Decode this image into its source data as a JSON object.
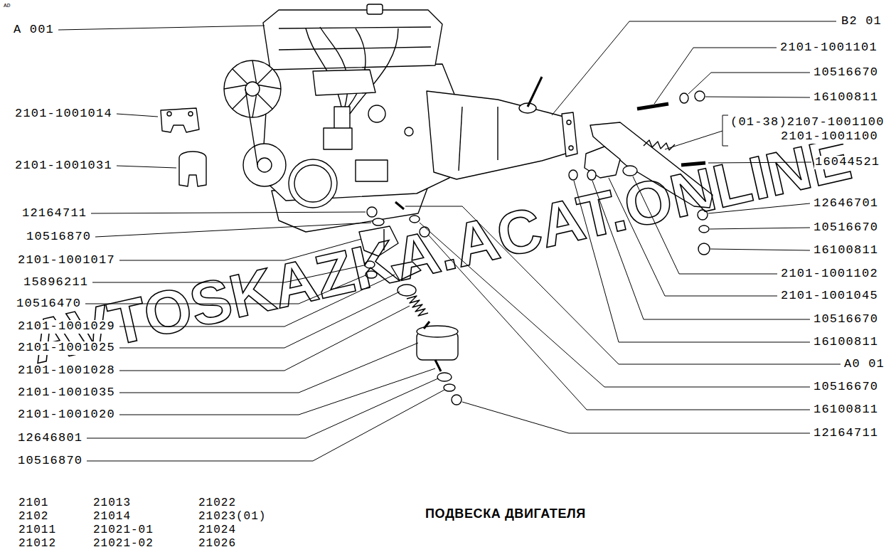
{
  "diagram": {
    "title": "ПОДВЕСКА ДВИГАТЕЛЯ",
    "labels": [
      "A 001",
      "2101-1001014",
      "2101-1001031",
      "12164711",
      "10516870",
      "2101-1001017",
      "15896211",
      "10516470",
      "2101-1001029",
      "2101-1001025",
      "2101-1001028",
      "2101-1001035",
      "2101-1001020",
      "12646801",
      "10516870",
      "B2 01",
      "2101-1001101",
      "10516670",
      "16100811",
      "(01-38)2107-1001100",
      "2101-1001100",
      "16044521",
      "12646701",
      "10516670",
      "16100811",
      "2101-1001102",
      "2101-1001045",
      "10516670",
      "16100811",
      "A0 01",
      "10516670",
      "16100811",
      "12164711",
      "2101",
      "2102",
      "21011",
      "21012",
      "21013",
      "21014",
      "21021-01",
      "21021-02",
      "21022",
      "21023(01)",
      "21024",
      "21026",
      "AVTOSKAZKA.ACAT.ONLINE",
      "AD"
    ]
  }
}
